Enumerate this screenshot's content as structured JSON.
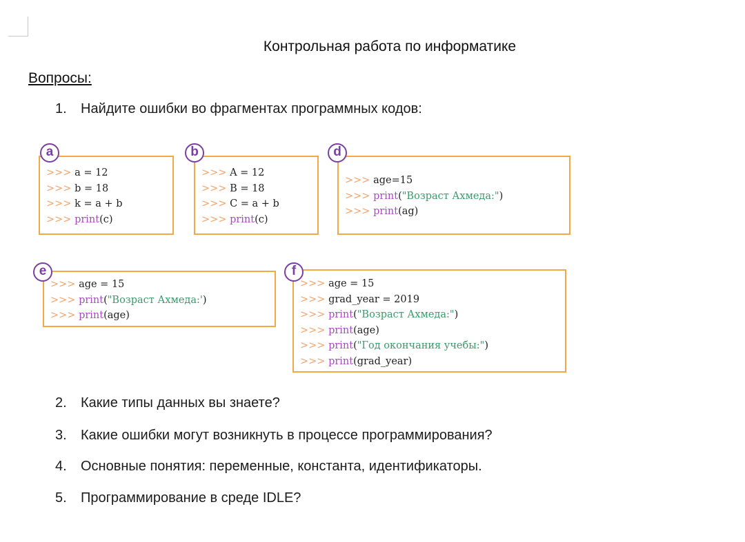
{
  "document": {
    "title": "Контрольная работа по информатике",
    "section_label": "Вопросы:"
  },
  "questions": [
    {
      "number": "1.",
      "text": "Найдите ошибки во фрагментах программных кодов:"
    },
    {
      "number": "2.",
      "text": "Какие типы данных вы знаете?"
    },
    {
      "number": "3.",
      "text": "Какие ошибки могут возникнуть в процессе программирования?"
    },
    {
      "number": "4.",
      "text": "Основные понятия: переменные, константа, идентификаторы."
    },
    {
      "number": "5.",
      "text": "Программирование в среде IDLE?"
    }
  ],
  "code_snippets": [
    {
      "label": "a",
      "lines": [
        "a = 12",
        "b = 18",
        "k = a + b",
        "print(c)"
      ]
    },
    {
      "label": "b",
      "lines": [
        "A = 12",
        "B = 18",
        "C = a + b",
        "print(c)"
      ]
    },
    {
      "label": "d",
      "lines": [
        "age=15",
        "print(\"Возраст Ахмеда:\")",
        "print(ag)"
      ]
    },
    {
      "label": "e",
      "lines": [
        "age = 15",
        "print(\"Возраст Ахмеда:')",
        "print(age)"
      ]
    },
    {
      "label": "f",
      "lines": [
        "age = 15",
        "grad_year = 2019",
        "print(\"Возраст Ахмеда:\")",
        "print(age)",
        "print(\"Год окончания учебы:\")",
        "print(grad_year)"
      ]
    }
  ],
  "prompt_symbol": ">>>",
  "colors": {
    "box_border": "#f0a945",
    "badge": "#7b3fa3",
    "prompt": "#f3a26a",
    "keyword": "#a64ac0",
    "string": "#3a9a6a"
  }
}
